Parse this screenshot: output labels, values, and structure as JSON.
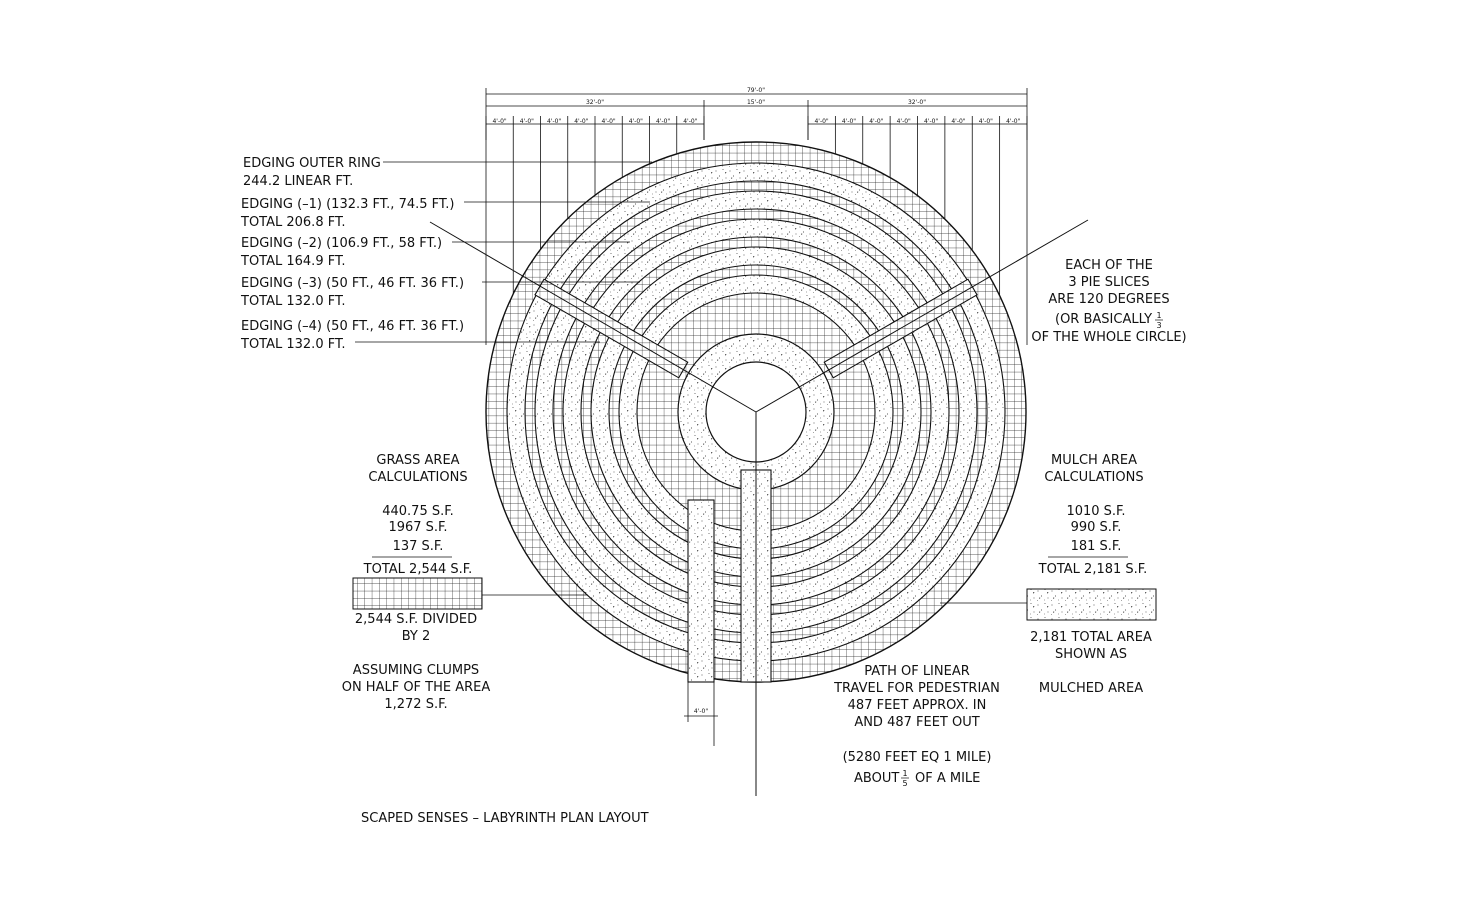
{
  "drawing": {
    "title": "SCAPED SENSES – LABYRINTH PLAN LAYOUT",
    "colors": {
      "line": "#111111",
      "paper": "#ffffff"
    }
  },
  "dimensions": {
    "overall": "79'-0\"",
    "left": "32'-0\"",
    "center": "15'-0\"",
    "right": "32'-0\"",
    "segment": "4'-0\"",
    "path_width": "4'-0\""
  },
  "edging": [
    {
      "line1": "EDGING OUTER RING",
      "line2": "244.2 LINEAR FT."
    },
    {
      "line1": "EDGING (–1) (132.3 FT., 74.5 FT.)",
      "line2": "TOTAL 206.8 FT."
    },
    {
      "line1": "EDGING (–2) (106.9 FT., 58 FT.)",
      "line2": "TOTAL 164.9 FT."
    },
    {
      "line1": "EDGING (–3) (50 FT., 46 FT. 36 FT.)",
      "line2": "TOTAL 132.0 FT."
    },
    {
      "line1": "EDGING (–4) (50 FT., 46 FT. 36 FT.)",
      "line2": "TOTAL 132.0 FT."
    }
  ],
  "pie_note": {
    "line1": "EACH OF THE",
    "line2": "3 PIE SLICES",
    "line3": "ARE 120 DEGREES",
    "line4": "(OR BASICALLY",
    "fraction_num": "1",
    "fraction_den": "3",
    "line5": "OF THE WHOLE CIRCLE)"
  },
  "grass": {
    "title1": "GRASS AREA",
    "title2": "CALCULATIONS",
    "area1": "440.75 S.F.",
    "area2": "1967 S.F.",
    "area3": "137 S.F.",
    "total": "TOTAL 2,544 S.F.",
    "divided1": "2,544 S.F. DIVIDED",
    "divided2": "BY 2",
    "assume1": "ASSUMING CLUMPS",
    "assume2": "ON HALF OF THE AREA",
    "assume3": "1,272 S.F."
  },
  "mulch": {
    "title1": "MULCH AREA",
    "title2": "CALCULATIONS",
    "area1": "1010 S.F.",
    "area2": "990 S.F.",
    "area3": "181 S.F.",
    "total": "TOTAL 2,181 S.F.",
    "shown1": "2,181 TOTAL AREA",
    "shown2": "SHOWN AS",
    "shown3": "MULCHED AREA"
  },
  "path_note": {
    "line1": "PATH OF LINEAR",
    "line2": "TRAVEL FOR PEDESTRIAN",
    "line3": "487 FEET APPROX. IN",
    "line4": "AND 487 FEET OUT",
    "line5": "(5280 FEET EQ 1 MILE)",
    "line6a": "ABOUT",
    "fraction_num": "1",
    "fraction_den": "5",
    "line6b": "OF A MILE"
  }
}
